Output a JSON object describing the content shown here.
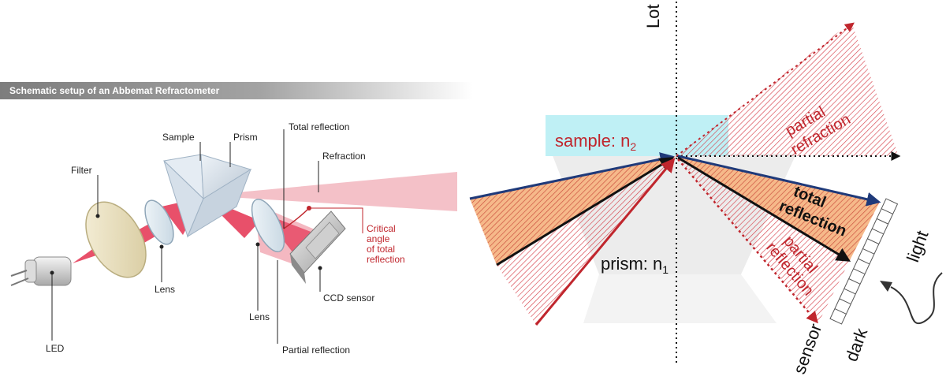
{
  "left": {
    "banner": "Schematic setup of an Abbemat Refractometer",
    "labels": {
      "filter": "Filter",
      "sample": "Sample",
      "prism": "Prism",
      "total_reflection": "Total reflection",
      "refraction": "Refraction",
      "lens1": "Lens",
      "lens2": "Lens",
      "led": "LED",
      "ccd_sensor": "CCD sensor",
      "partial_reflection": "Partial reflection",
      "critical_1": "Critical",
      "critical_2": "angle",
      "critical_3": "of total",
      "critical_4": "reflection"
    }
  },
  "right": {
    "lot": "Lot",
    "sample_prefix": "sample: n",
    "sample_sub": "2",
    "prism_prefix": "prism: n",
    "prism_sub": "1",
    "partial_refraction_1": "partial",
    "partial_refraction_2": "refraction",
    "total_reflection_1": "total",
    "total_reflection_2": "reflection",
    "partial_reflection_1": "partial",
    "partial_reflection_2": "reflection",
    "light": "light",
    "dark": "dark",
    "sensor": "sensor"
  },
  "colors": {
    "red": "#c0262d",
    "pink_beam": "#e8506a",
    "sample_cyan": "#bff0f5",
    "orange_hatch": "#f6b98a",
    "navy": "#1f3a7a"
  }
}
